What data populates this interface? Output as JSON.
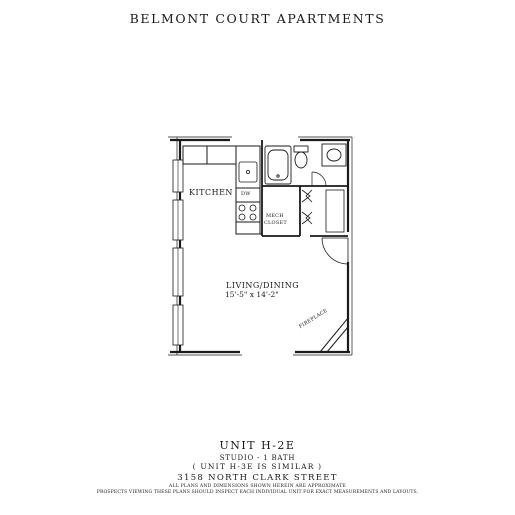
{
  "building_name": "BELMONT COURT APARTMENTS",
  "rooms": {
    "kitchen": "KITCHEN",
    "dishwasher": "DW",
    "mech_closet_line1": "MECH",
    "mech_closet_line2": "CLOSET",
    "living_dining": "LIVING/DINING",
    "living_dining_dims": "15'-5\" x 14'-2\"",
    "fireplace": "FIREPLACE"
  },
  "footer": {
    "unit": "UNIT H-2E",
    "type": "STUDIO - 1 BATH",
    "similar": "( UNIT H-3E IS SIMILAR )",
    "address": "3158 NORTH CLARK STREET",
    "note_line1": "ALL PLANS AND DIMENSIONS SHOWN HEREIN ARE APPROXIMATE",
    "note_line2": "PROSPECTS VIEWING THESE PLANS SHOULD INSPECT EACH INDIVIDUAL UNIT FOR EXACT MEASUREMENTS AND LAYOUTS."
  }
}
